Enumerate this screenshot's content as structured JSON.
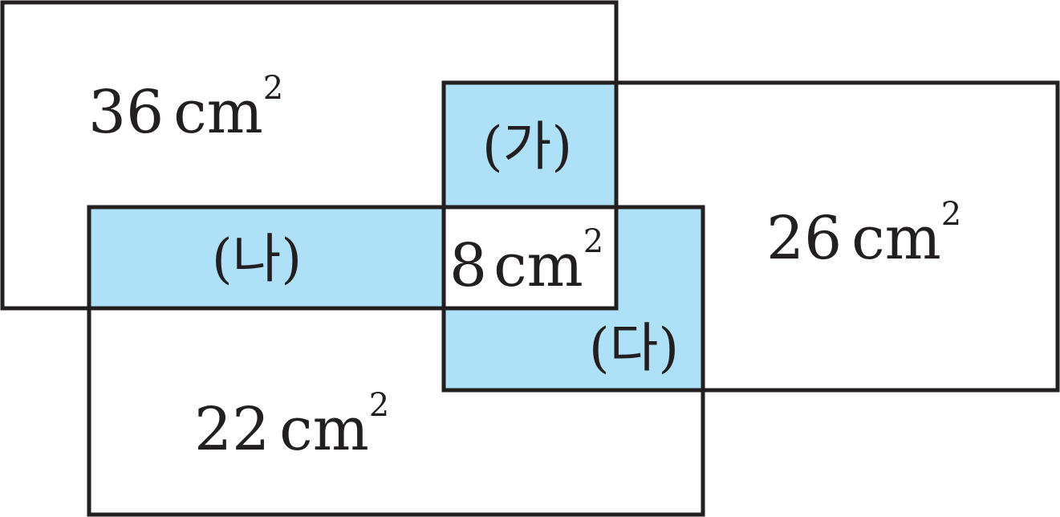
{
  "colors": {
    "overlap_fill": "#aee0f8",
    "stroke": "#231f20",
    "background": "#ffffff"
  },
  "unit": "cm",
  "exponent": "2",
  "areas": {
    "top_left": "36",
    "right": "26",
    "bottom": "22",
    "center": "8"
  },
  "regions": {
    "ga": "(가)",
    "na": "(나)",
    "da": "(다)"
  }
}
